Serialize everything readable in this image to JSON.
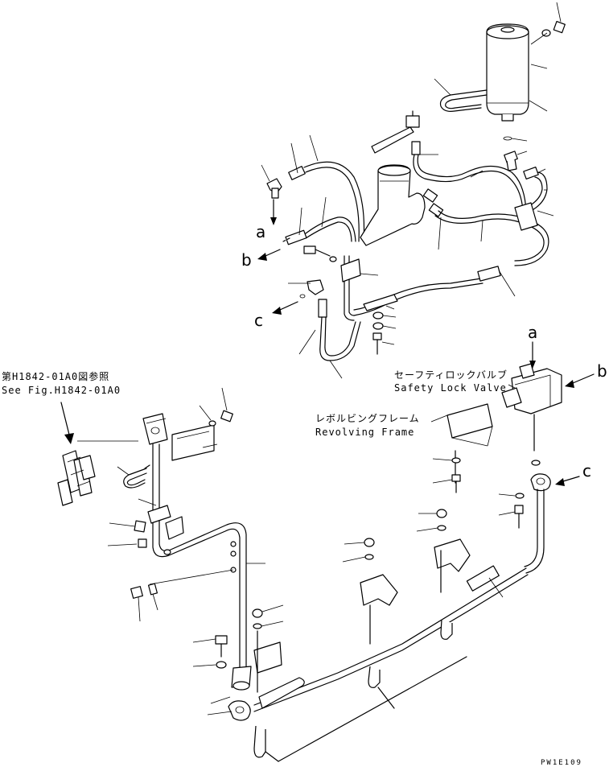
{
  "labels": {
    "ref_jp": "第H1842-01A0図参照",
    "ref_en": "See Fig.H1842-01A0",
    "valve_jp": "セーフティロックバルブ",
    "valve_en": "Safety Lock Valve",
    "frame_jp": "レボルビングフレーム",
    "frame_en": "Revolving Frame",
    "drawing_code": "PW1E109"
  },
  "callouts": {
    "a": "a",
    "b": "b",
    "c": "c"
  }
}
